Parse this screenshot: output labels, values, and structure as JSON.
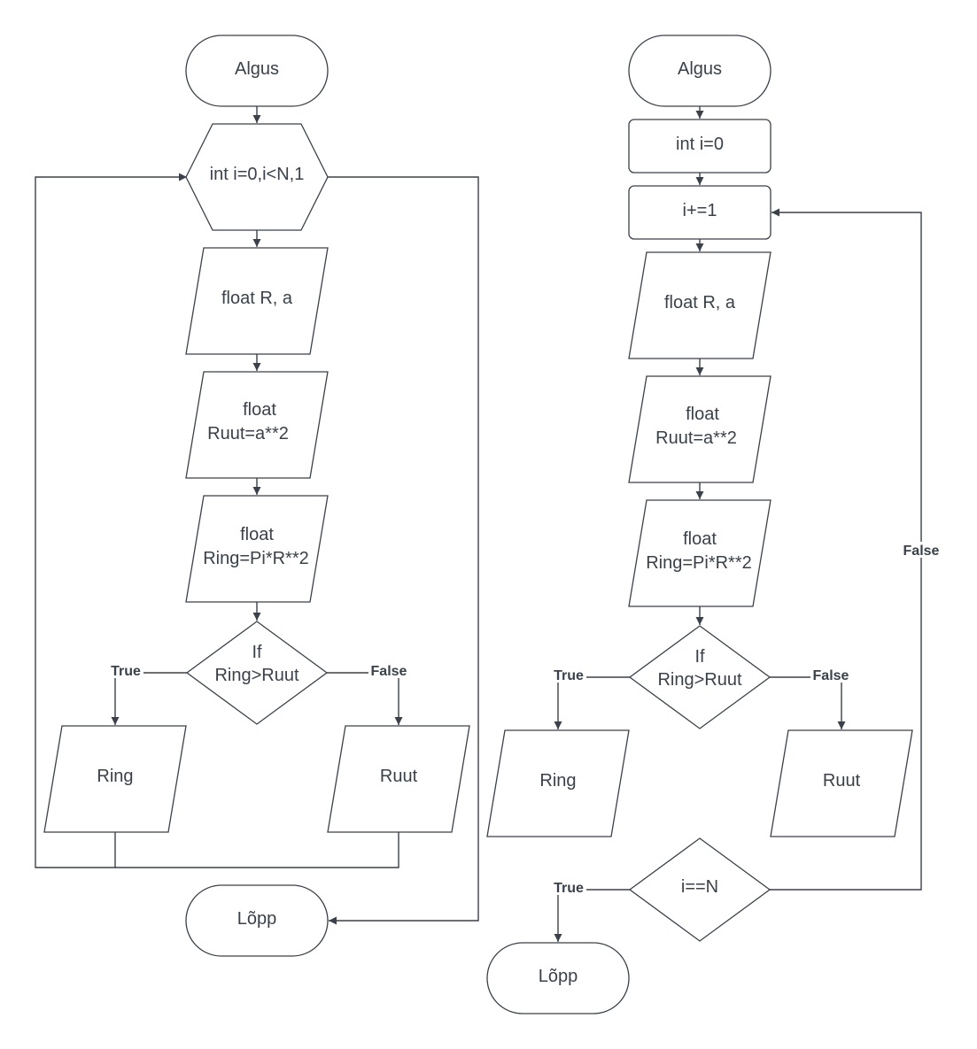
{
  "left": {
    "start": "Algus",
    "loop": "int i=0,i<N,1",
    "input": "float R, a",
    "square": [
      "float",
      "Ruut=a**2"
    ],
    "circle": [
      "float",
      "Ring=Pi*R**2"
    ],
    "decision": [
      "If",
      "Ring>Ruut"
    ],
    "true_label": "True",
    "false_label": "False",
    "out_ring": "Ring",
    "out_square": "Ruut",
    "end": "Lõpp"
  },
  "right": {
    "start": "Algus",
    "init": "int i=0",
    "increment": "i+=1",
    "input": "float R, a",
    "square": [
      "float",
      "Ruut=a**2"
    ],
    "circle": [
      "float",
      "Ring=Pi*R**2"
    ],
    "decision": [
      "If",
      "Ring>Ruut"
    ],
    "true_label": "True",
    "false_label": "False",
    "out_ring": "Ring",
    "out_square": "Ruut",
    "check": "i==N",
    "check_true": "True",
    "check_false": "False",
    "end": "Lõpp"
  }
}
